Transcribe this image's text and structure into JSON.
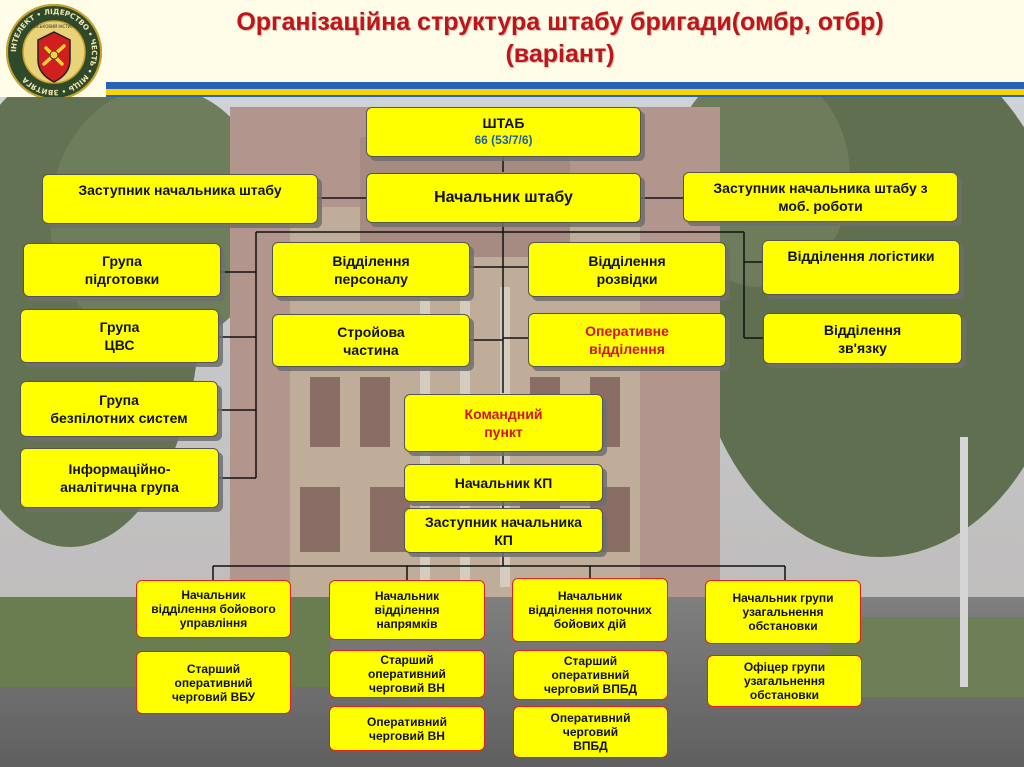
{
  "title": "Організаційна структура штабу бригади(омбр, отбр)\n(варіант)",
  "logo": {
    "ring_text": "ІНТЕЛЕКТ • ЛІДЕРСТВО • ЧЕСТЬ • МІЦЬ • ЗВИТЯГА",
    "center_text": "ВІЙСЬКОВИЙ ІНСТИТУТ"
  },
  "colors": {
    "box_fill": "#ffff00",
    "title_red": "#c0141b",
    "header_blue": "#2a62b8",
    "header_yellow": "#f5d20a",
    "red_text": "#d2141a",
    "blue_text": "#1d5fa8"
  },
  "units": {
    "shtab": {
      "label": "ШТАБ",
      "sub": "66 (53/7/6)"
    },
    "nachalnyk_shtabu": "Начальник штабу",
    "zastupnyk_ns": "Заступник начальника штабу",
    "zastupnyk_mob": "Заступник начальника штабу з\nмоб. роботи",
    "grupa_pidgotovky": "Група\nпідготовки",
    "grupa_tsvs": "Група\nЦВС",
    "grupa_bps": "Група\nбезпілотних систем",
    "info_grupa": "Інформаційно-\nаналітична група",
    "viddilennia_personalu": "Відділення\nперсоналу",
    "stroiova_chastyna": "Стройова\nчастина",
    "viddilennia_rozvidky": "Відділення\nрозвідки",
    "operatyvne_viddilennia": "Оперативне\nвідділення",
    "viddilennia_logistyky": "Відділення логістики",
    "viddilennia_zviazku": "Відділення\nзв'язку",
    "komandnyi_punkt": "Командний\nпункт",
    "nachalnyk_kp": "Начальник КП",
    "zastupnyk_kp": "Заступник начальника\nКП",
    "nach_bu": "Начальник\nвідділення бойового\nуправління",
    "nach_napriamkiv": "Начальник\nвідділення\nнапрямків",
    "nach_potochnykh": "Начальник\nвідділення поточних\nбойових дій",
    "nach_grupy_uo": "Начальник групи\nузагальнення\nобстановки",
    "st_cherg_vbu": "Старший\nоперативний\nчерговий ВБУ",
    "st_cherg_vn": "Старший\nоперативний\nчерговий ВН",
    "st_cherg_vpbd": "Старший\nоперативний\nчерговий ВПБД",
    "ofitser_grupy_uo": "Офіцер групи\nузагальнення\nобстановки",
    "op_cherg_vn": "Оперативний\nчерговий ВН",
    "op_cherg_vpbd": "Оперативний\nчерговий\nВПБД"
  }
}
